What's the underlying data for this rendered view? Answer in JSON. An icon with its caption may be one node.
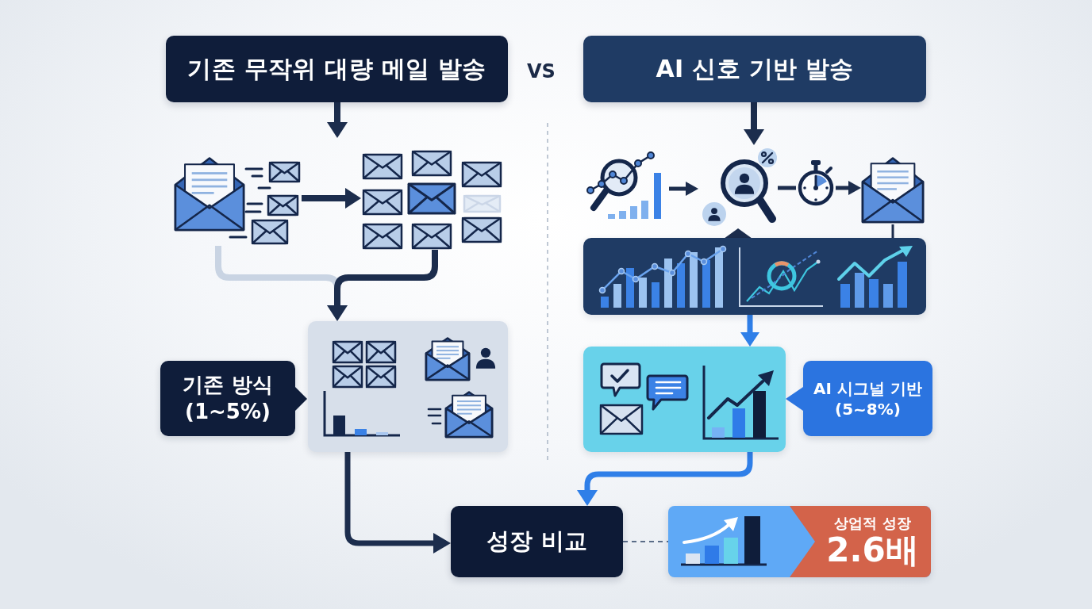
{
  "diagram": {
    "nodes": [
      {
        "text": [
          "기존 무작위 대량 메일 발송"
        ]
      },
      {
        "text": [
          "AI 신호 기반 발송"
        ]
      },
      {
        "text": [],
        "shape": "picture"
      },
      {
        "text": [],
        "shape": "picture"
      },
      {
        "text": [],
        "shape": "box"
      },
      {
        "text": [
          "기존 방식 (1~5%)"
        ]
      },
      {
        "text": [],
        "shape": "picture"
      },
      {
        "text": [],
        "shape": "picture"
      },
      {
        "text": [],
        "shape": "picture"
      },
      {
        "text": [],
        "shape": "picture"
      },
      {
        "text": [],
        "shape": "box"
      },
      {
        "text": [],
        "shape": "box"
      },
      {
        "text": [
          "AI 시그널 기반 (5~8%)"
        ]
      },
      {
        "text": [
          "성장 비교"
        ]
      },
      {
        "text": [
          "상업적 성장",
          "2.6배"
        ]
      }
    ],
    "edges": [
      {
        "from": 0,
        "to": null,
        "arrow": "to"
      },
      {
        "from": 2,
        "to": 3,
        "arrow": "to"
      },
      {
        "from": 2,
        "to": 4,
        "arrow": "to",
        "color": "#c9d4e3"
      },
      {
        "from": 3,
        "to": 4,
        "arrow": "to"
      },
      {
        "from": 1,
        "to": 7,
        "arrow": "to"
      },
      {
        "from": 6,
        "to": 7,
        "arrow": "to"
      },
      {
        "from": 7,
        "to": 8,
        "arrow": "none"
      },
      {
        "from": 8,
        "to": 9,
        "arrow": "to"
      },
      {
        "from": 9,
        "to": 10,
        "arrow": "none"
      },
      {
        "from": 10,
        "to": 7,
        "arrow": "to"
      },
      {
        "from": 10,
        "to": 11,
        "arrow": "to",
        "color": "#2f7fe8"
      },
      {
        "from": 11,
        "to": 13,
        "arrow": "to",
        "color": "#2f7fe8"
      },
      {
        "from": 4,
        "to": 13,
        "arrow": "to"
      },
      {
        "from": 13,
        "to": 14,
        "arrow": "none",
        "style": "dashed",
        "color": "#5b6d88"
      }
    ],
    "labels": [
      "VS"
    ]
  }
}
